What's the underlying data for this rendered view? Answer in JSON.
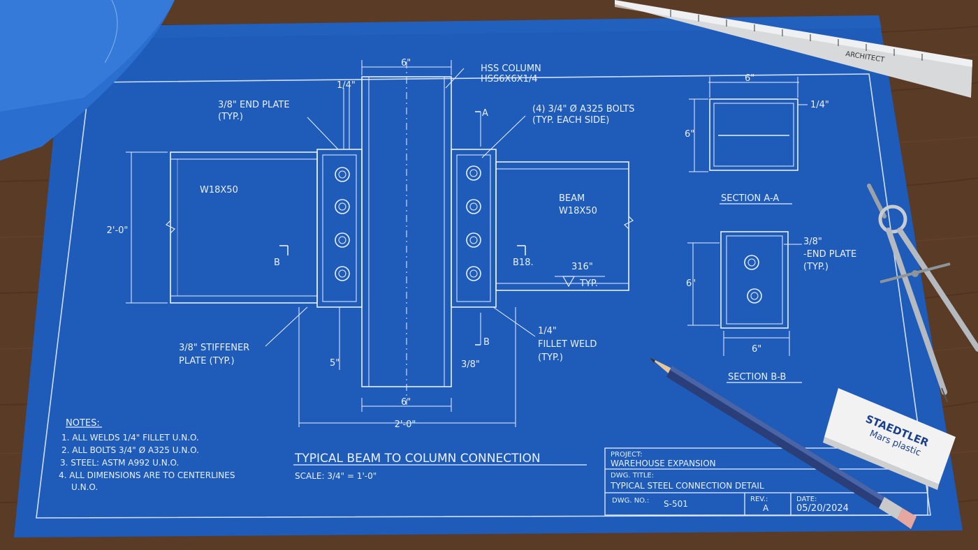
{
  "colors": {
    "blueprint": "#1f5bb8",
    "blueprint_dark": "#16469a",
    "line": "#e9f1ff",
    "desk": "#5a3b26"
  },
  "labels": {
    "dim_col_top": "6\"",
    "hss_line1": "HSS COLUMN",
    "hss_line2": "HSS6X6X1/4",
    "thk_quarter": "1/4\"",
    "endplate_line1": "3/8\" END PLATE",
    "endplate_line2": "(TYP.)",
    "sect_a_top": "A",
    "bolts_line1": "(4) 3/4\" Ø A325 BOLTS",
    "bolts_line2": "(TYP. EACH SIDE)",
    "beam_left": "W18X50",
    "dim_beam_depth": "2'-0\"",
    "sect_b_left": "B",
    "beam_right_line1": "BEAM",
    "beam_right_line2": "W18X50",
    "sect_b_right": "B18.",
    "weld_size": "316\"",
    "weld_typ": "TYP.",
    "stiff_line1": "3/8\" STIFFENER",
    "stiff_line2": "PLATE (TYP.)",
    "sect_b_bottom": "B",
    "fillet_line1": "1/4\"",
    "fillet_line2": "FILLET WELD",
    "fillet_line3": "(TYP.)",
    "dim_left_small": "5\"",
    "dim_plate_thk": "3/8\"",
    "dim_col_bottom": "6\"",
    "dim_overall": "2'-0\""
  },
  "section_a": {
    "dim_top": "6\"",
    "dim_side": "6\"",
    "dim_thk": "1/4\"",
    "title": "SECTION A-A"
  },
  "section_b": {
    "dim_side": "6\"",
    "dim_bottom": "6\"",
    "label_line1": "3/8\"",
    "label_line2": "-END PLATE",
    "label_line3": "(TYP.)",
    "title": "SECTION B-B"
  },
  "notes": {
    "title": "NOTES:",
    "items": [
      "1.  ALL WELDS 1/4\" FILLET U.N.O.",
      "2.  ALL BOLTS 3/4\" Ø A325 U.N.O.",
      "3.  STEEL: ASTM A992 U.N.O.",
      "4.  ALL DIMENSIONS ARE TO CENTERLINES",
      "U.N.O."
    ]
  },
  "drawing": {
    "title": "TYPICAL BEAM TO COLUMN CONNECTION",
    "scale": "SCALE: 3/4\" = 1'-0\""
  },
  "title_block": {
    "project_label": "PROJECT:",
    "project_value": "WAREHOUSE EXPANSION",
    "dwg_title_label": "DWG. TITLE:",
    "dwg_title_value": "TYPICAL STEEL CONNECTION DETAIL",
    "dwg_no_label": "DWG. NO.:",
    "dwg_no_value": "S-501",
    "rev_label": "REV.:",
    "rev_value": "A",
    "date_label": "DATE:",
    "date_value": "05/20/2024"
  },
  "ruler": {
    "label": "ARCHITECT"
  },
  "eraser": {
    "brand": "STAEDTLER",
    "model": "Mars plastic"
  }
}
